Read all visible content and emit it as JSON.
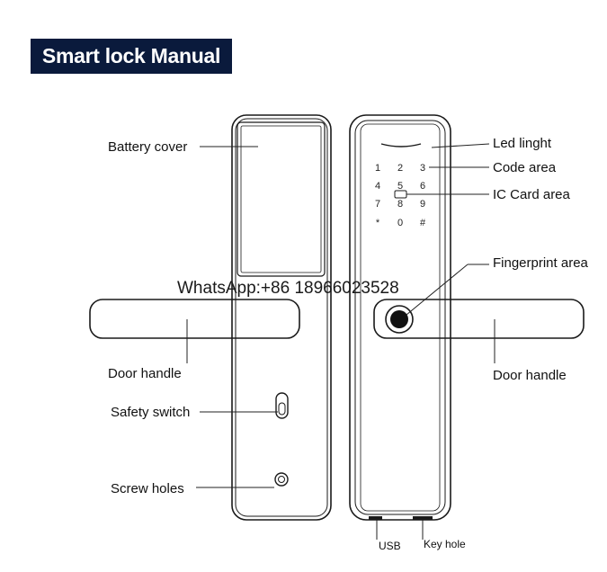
{
  "title": "Smart lock Manual",
  "watermark": "WhatsApp:+86 18966023528",
  "labels": {
    "battery_cover": "Battery cover",
    "door_handle_left": "Door handle",
    "safety_switch": "Safety switch",
    "screw_holes": "Screw holes",
    "led_light": "Led linght",
    "code_area": "Code area",
    "ic_card_area": "IC Card area",
    "fingerprint_area": "Fingerprint area",
    "door_handle_right": "Door handle",
    "usb": "USB",
    "key_hole": "Key hole"
  },
  "keypad": [
    "1",
    "2",
    "3",
    "4",
    "5",
    "6",
    "7",
    "8",
    "9",
    "*",
    "0",
    "#"
  ]
}
